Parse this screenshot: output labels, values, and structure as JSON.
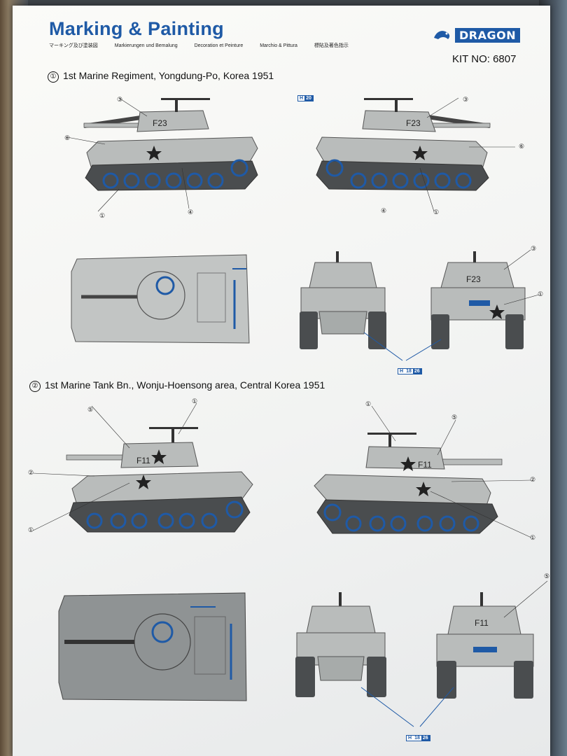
{
  "header": {
    "title": "Marking & Painting",
    "languages": [
      "マーキング及び塗装図",
      "Markierungen und Bemalung",
      "Decoration et Peinture",
      "Marchio & Pittura",
      "標貼及著色指示"
    ],
    "brand": "DRAGON",
    "kit_number": "KIT NO: 6807"
  },
  "sections": [
    {
      "number": "①",
      "title": "1st Marine Regiment, Yongdung-Po, Korea 1951",
      "hull_code": "F23"
    },
    {
      "number": "②",
      "title": "1st Marine Tank Bn., Wonju-Hoensong area, Central Korea 1951",
      "hull_code": "F11"
    }
  ],
  "callouts": {
    "c1": "①",
    "c2": "②",
    "c3": "③",
    "c4": "④",
    "c5": "⑤",
    "c6": "⑥"
  },
  "paint_refs": {
    "h_prefix": "H",
    "h_number": "18",
    "h_suffix": "26",
    "h_small": "20"
  },
  "colors": {
    "accent": "#1f5aa6",
    "tank": "#b9bcbb",
    "tank_dark": "#8f9394",
    "track": "#4a4d4f"
  }
}
